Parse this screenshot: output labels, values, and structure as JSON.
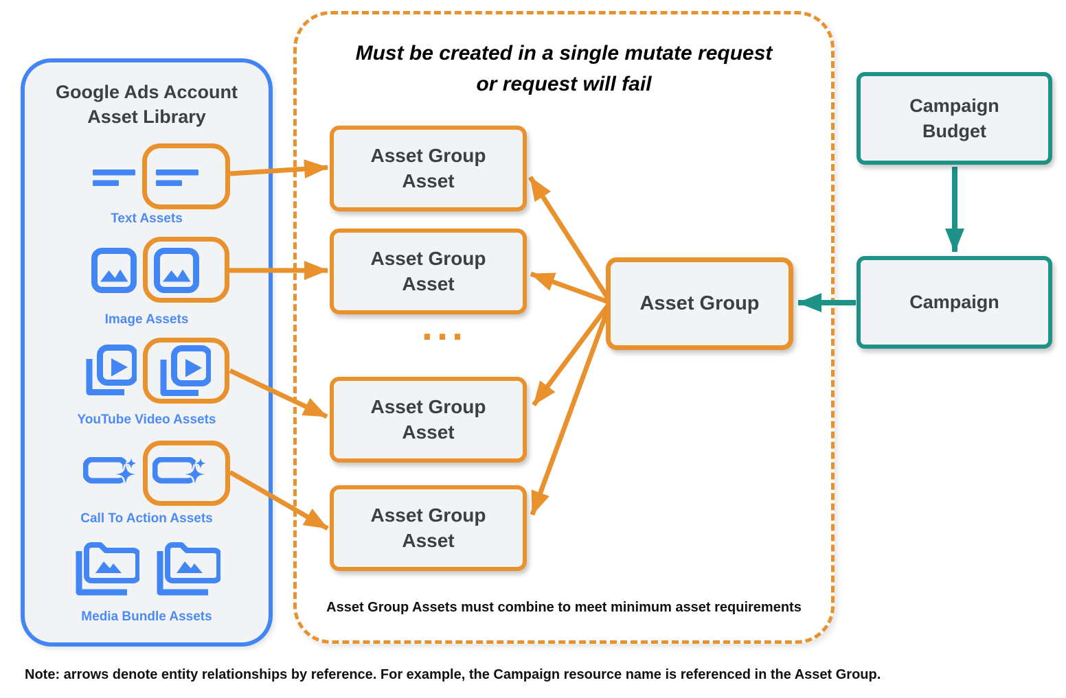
{
  "library": {
    "title": "Google Ads Account\nAsset Library",
    "items": [
      {
        "label": "Text Assets",
        "icon": "text-lines-icon"
      },
      {
        "label": "Image Assets",
        "icon": "image-icon"
      },
      {
        "label": "YouTube Video Assets",
        "icon": "video-play-icon"
      },
      {
        "label": "Call To Action Assets",
        "icon": "cta-sparkle-icon"
      },
      {
        "label": "Media Bundle Assets",
        "icon": "media-folder-icon"
      }
    ]
  },
  "mutate_group": {
    "title": "Must be created in a single mutate request\nor request will fail",
    "boxes": [
      "Asset Group\nAsset",
      "Asset Group\nAsset",
      "Asset Group\nAsset",
      "Asset Group\nAsset"
    ],
    "ellipsis": "...",
    "footnote": "Asset Group Assets must combine to meet minimum asset requirements"
  },
  "entities": {
    "asset_group": "Asset Group",
    "campaign_budget": "Campaign\nBudget",
    "campaign": "Campaign"
  },
  "note": "Note: arrows denote entity relationships by reference. For example, the Campaign resource name is referenced in the Asset Group.",
  "colors": {
    "orange": "#E8912D",
    "blue": "#4285F4",
    "teal": "#1E9287",
    "box_fill": "#F1F3F4",
    "text_dark": "#3C4043"
  }
}
